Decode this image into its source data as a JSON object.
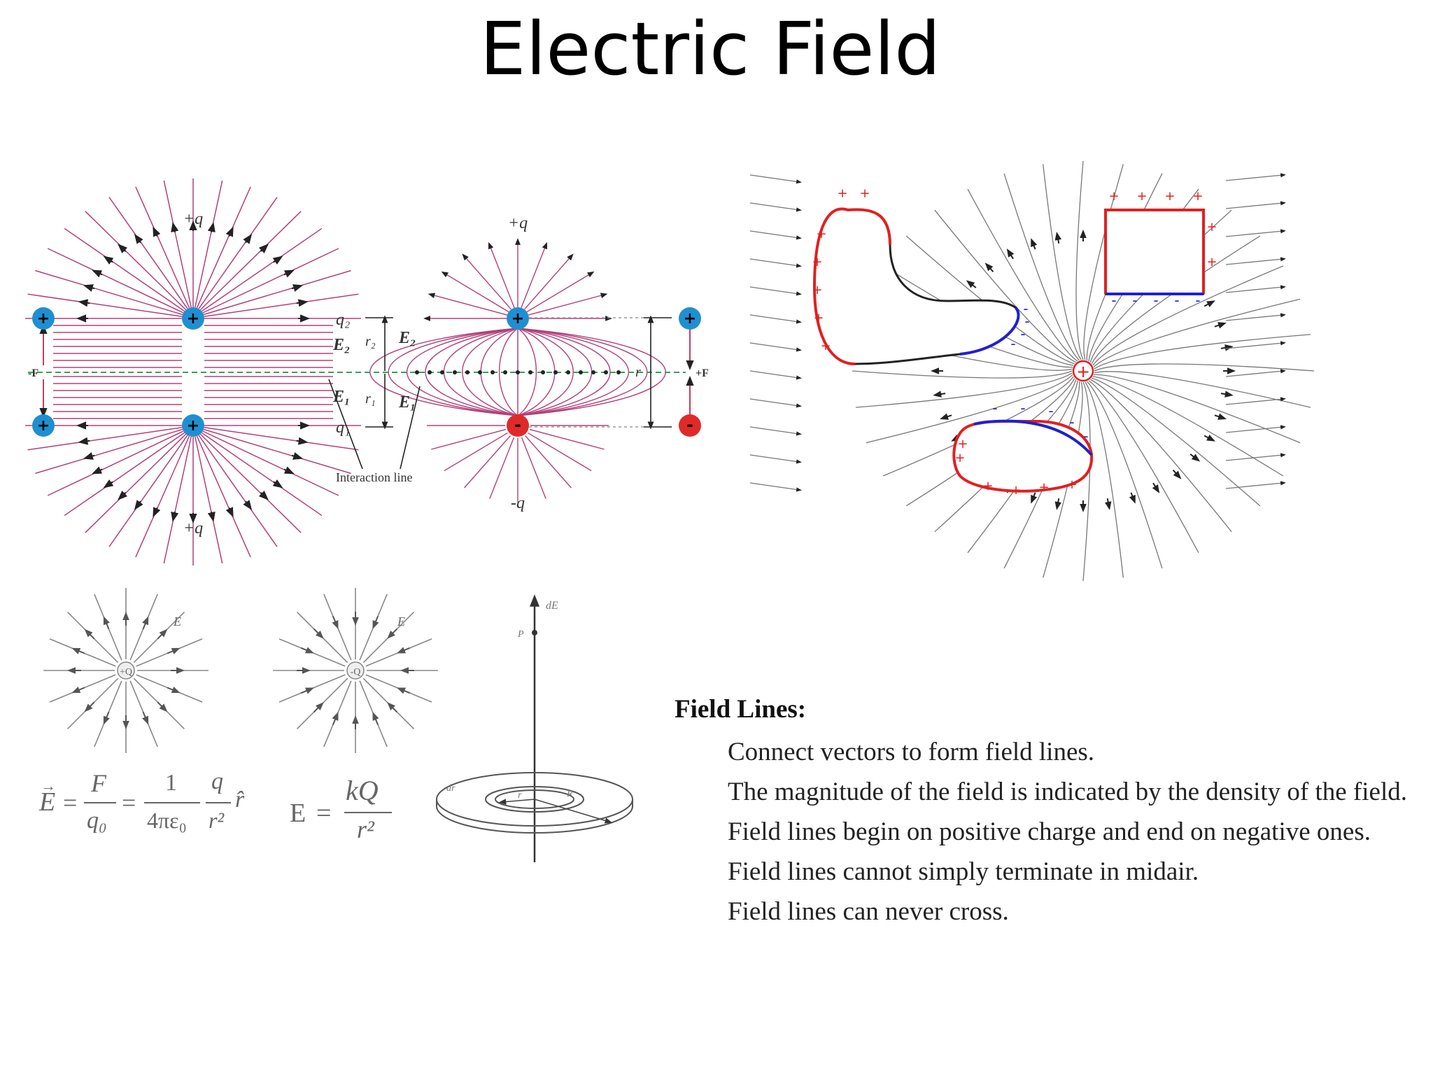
{
  "slide": {
    "title": "Electric Field"
  },
  "figure_charges": {
    "labels": {
      "top_left": "+q",
      "bottom_left": "+q",
      "top_mid": "+q",
      "bottom_mid": "-q",
      "q2": "q₂",
      "q1": "q₁",
      "e2_left": "E₂",
      "e1_left": "E₁",
      "r2": "r₂",
      "r1": "r₁",
      "e2_right": "E₂",
      "e1_right": "E₁",
      "r": "r",
      "force_left": "-F",
      "force_right": "+F",
      "interaction_line": "Interaction line"
    },
    "symbols": {
      "plus": "+",
      "minus": "-"
    },
    "colors": {
      "positive": "#1f8fd1",
      "negative": "#e02a2a",
      "field_line": "#b2407a",
      "interaction": "#3aa05a"
    }
  },
  "figure_conductors": {
    "symbols": {
      "plus": "+",
      "minus": "-"
    },
    "colors": {
      "positive_edge": "#e02020",
      "negative_edge": "#2020d0",
      "field_line": "#777777"
    }
  },
  "figure_point": {
    "pos_field_label": "E",
    "neg_field_label": "E",
    "pos_charge": "+Q",
    "neg_charge": "-Q"
  },
  "figure_ring": {
    "de": "dE",
    "p": "P",
    "dr": "dr",
    "r": "r",
    "R": "R"
  },
  "equations": {
    "field_def": {
      "lhs": "E",
      "f": "F",
      "q0": "q₀",
      "one": "1",
      "four_pi_eps": "4πε₀",
      "q": "q",
      "r2": "r²",
      "rhat": "r̂",
      "equals": "="
    },
    "coulomb": {
      "lhs": "E",
      "equals": "=",
      "num": "kQ",
      "den": "r²"
    }
  },
  "field_lines": {
    "heading": "Field Lines:",
    "items": [
      "Connect vectors to form field lines.",
      "The magnitude of the field is indicated by the density of the field.",
      "Field lines begin on positive charge and end on negative ones.",
      "Field lines cannot simply terminate in midair.",
      "Field lines can never cross."
    ]
  }
}
